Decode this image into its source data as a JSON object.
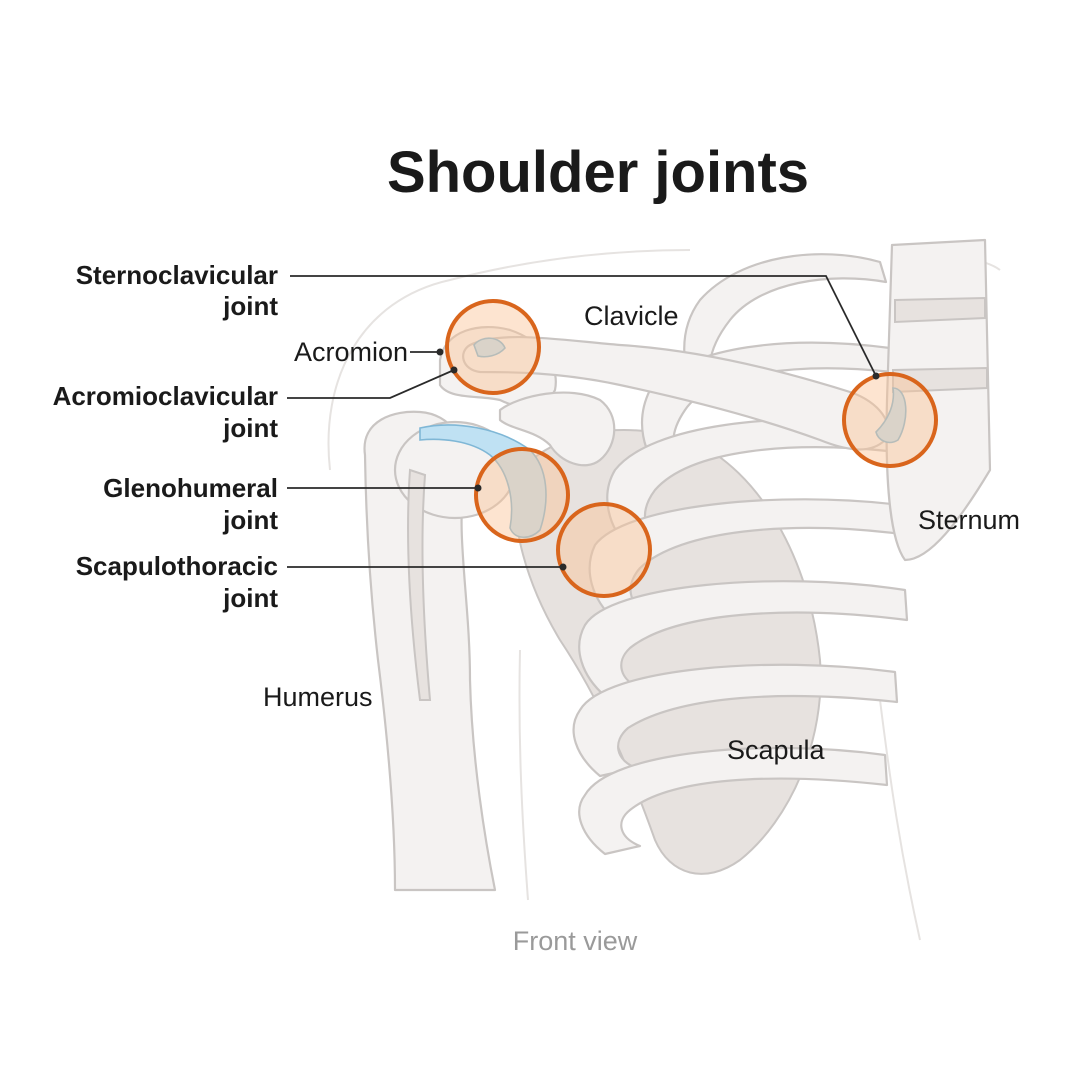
{
  "title": "Shoulder joints",
  "joint_labels": {
    "sternoclavicular": [
      "Sternoclavicular",
      "joint"
    ],
    "acromioclavicular": [
      "Acromioclavicular",
      "joint"
    ],
    "glenohumeral": [
      "Glenohumeral",
      "joint"
    ],
    "scapulothoracic": [
      "Scapulothoracic",
      "joint"
    ]
  },
  "bone_labels": {
    "acromion": "Acromion",
    "clavicle": "Clavicle",
    "sternum": "Sternum",
    "humerus": "Humerus",
    "scapula": "Scapula"
  },
  "caption": "Front view",
  "colors": {
    "joint_ring": "#d9651c",
    "joint_fill": "#fac496",
    "cartilage": "#bfe1f3",
    "bone_fill": "#f4f2f1",
    "bone_outline": "#c9c5c3",
    "text": "#1a1a1a",
    "caption_text": "#9a9a9a"
  }
}
